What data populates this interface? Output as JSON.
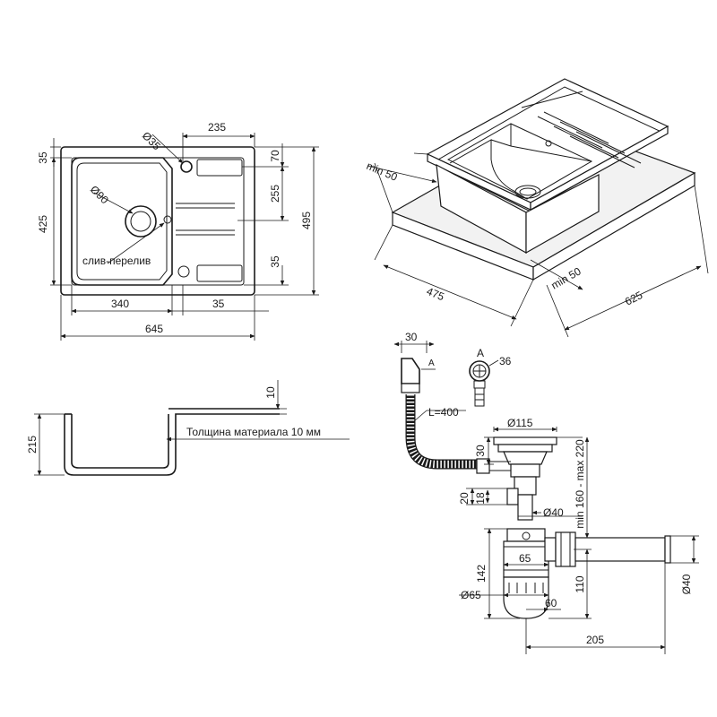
{
  "dims": {
    "top_view": {
      "d35_hole": "Ø35",
      "w235": "235",
      "h35_top": "35",
      "h70": "70",
      "d90": "Ø90",
      "h255": "255",
      "h425": "425",
      "h495": "495",
      "overflow_label": "слив-перелив",
      "h35_bottom": "35",
      "w340": "340",
      "w35": "35",
      "w645": "645"
    },
    "iso_view": {
      "min50_left": "min 50",
      "min50_right": "min 50",
      "w475": "475",
      "w625": "625"
    },
    "section_view": {
      "t10": "10",
      "h215": "215",
      "thickness_note": "Толщина материала 10 мм"
    },
    "drain": {
      "w30_top": "30",
      "detail_a_left": "A",
      "detail_a_label": "A",
      "d36": "36",
      "hose_length": "L=400",
      "d115": "Ø115",
      "h30": "30",
      "height_range": "min 160 - max 220",
      "h20": "20",
      "h18": "18",
      "d40_mid": "Ø40",
      "h142": "142",
      "w65": "65",
      "h110": "110",
      "d40_outlet": "Ø40",
      "d65": "Ø65",
      "w60": "60",
      "w205": "205"
    }
  }
}
